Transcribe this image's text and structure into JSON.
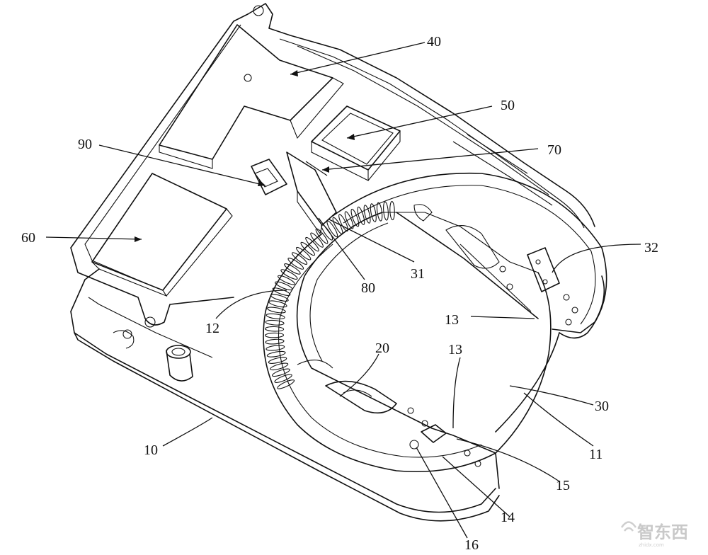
{
  "figure": {
    "labels": [
      {
        "id": "40",
        "text": "40"
      },
      {
        "id": "50",
        "text": "50"
      },
      {
        "id": "70",
        "text": "70"
      },
      {
        "id": "90",
        "text": "90"
      },
      {
        "id": "60",
        "text": "60"
      },
      {
        "id": "32",
        "text": "32"
      },
      {
        "id": "80",
        "text": "80"
      },
      {
        "id": "31",
        "text": "31"
      },
      {
        "id": "12",
        "text": "12"
      },
      {
        "id": "13a",
        "text": "13"
      },
      {
        "id": "20",
        "text": "20"
      },
      {
        "id": "13b",
        "text": "13"
      },
      {
        "id": "30",
        "text": "30"
      },
      {
        "id": "10",
        "text": "10"
      },
      {
        "id": "11",
        "text": "11"
      },
      {
        "id": "15",
        "text": "15"
      },
      {
        "id": "14",
        "text": "14"
      },
      {
        "id": "16",
        "text": "16"
      }
    ]
  },
  "watermark": {
    "text": "智东西",
    "subtext": "zhidx.com"
  }
}
